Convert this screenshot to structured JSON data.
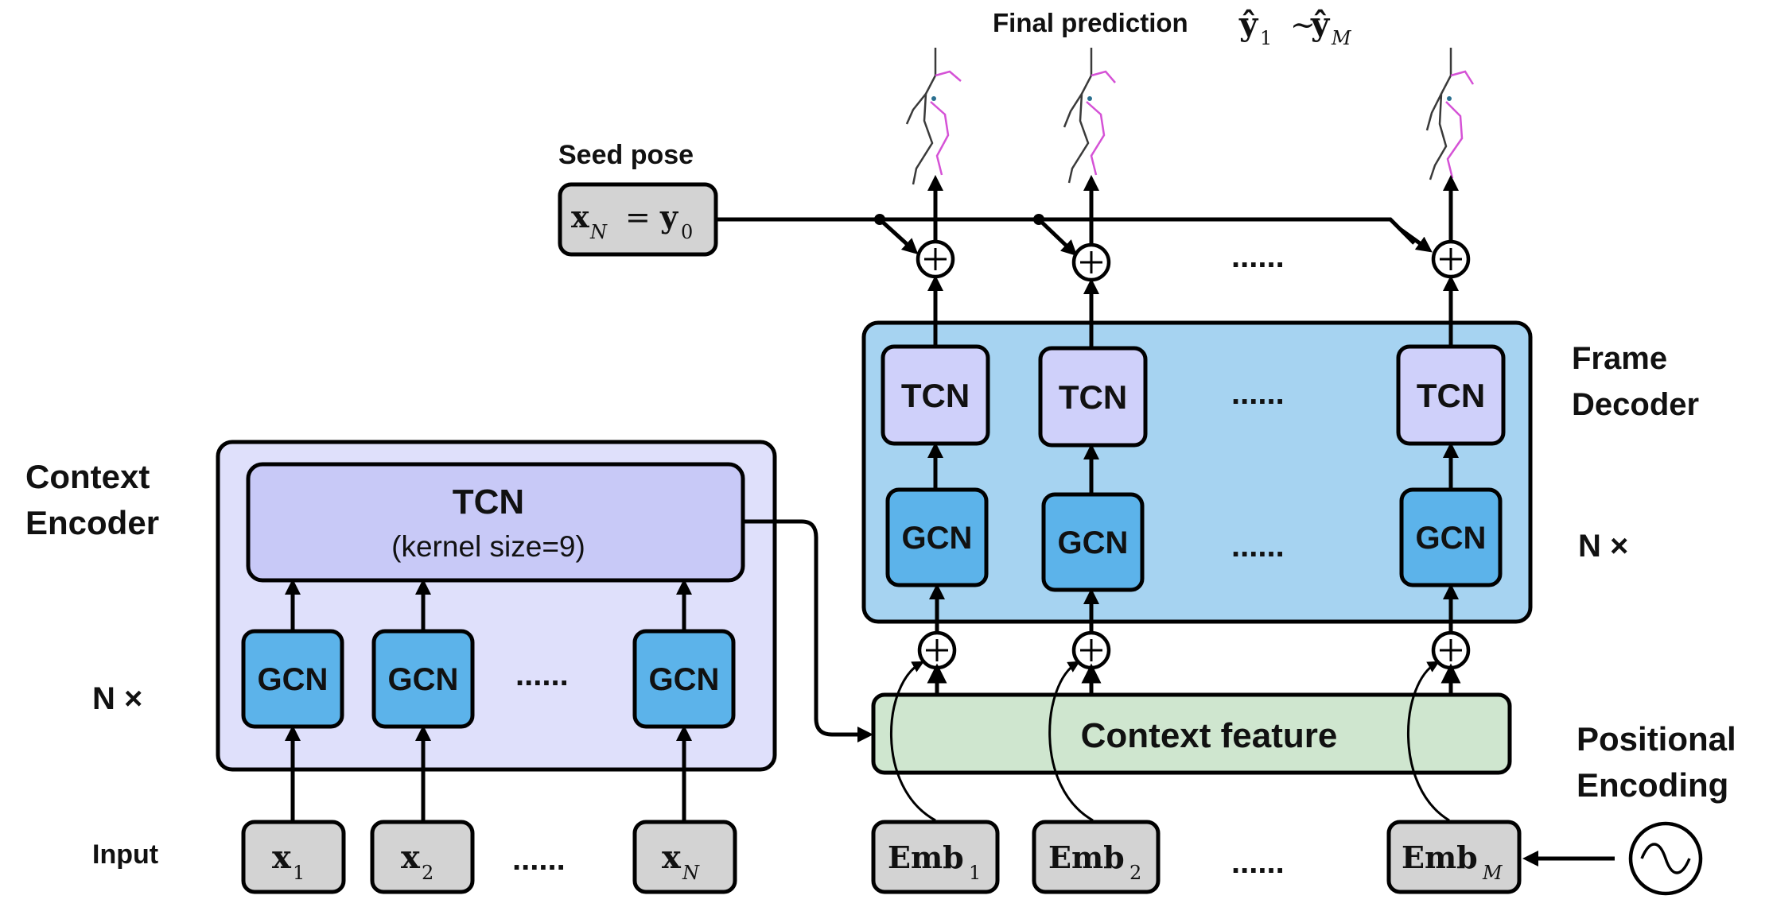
{
  "labels": {
    "final_prediction": "Final prediction",
    "seed_pose": "Seed pose",
    "frame_decoder_line1": "Frame",
    "frame_decoder_line2": "Decoder",
    "context_encoder_line1": "Context",
    "context_encoder_line2": "Encoder",
    "n_times_encoder": "N ×",
    "n_times_decoder": "N ×",
    "input": "Input",
    "positional_encoding_line1": "Positional",
    "positional_encoding_line2": "Encoding",
    "context_feature": "Context feature",
    "encoder_tcn": "TCN",
    "encoder_tcn_kernel": "(kernel size=9)",
    "tcn": "TCN",
    "gcn": "GCN",
    "ellipsis": "......",
    "equals": "=",
    "tilde": "~",
    "plus": "+"
  },
  "math": {
    "x": "x",
    "y": "y",
    "y_hat": "ŷ",
    "emb": "Emb",
    "sub_1": "1",
    "sub_2": "2",
    "sub_0": "0",
    "sub_N": "N",
    "sub_M": "M"
  },
  "colors": {
    "encoder_bg": "#dfe0fb",
    "encoder_tcn": "#c8c9f7",
    "decoder_bg": "#a6d3f1",
    "decoder_tcn": "#cfd0fa",
    "gcn": "#5cb3ea",
    "context_feature": "#cfe6cf",
    "input_box": "#d3d3d3",
    "pose_dark": "#3a3a3a",
    "pose_magenta": "#d552d6"
  }
}
